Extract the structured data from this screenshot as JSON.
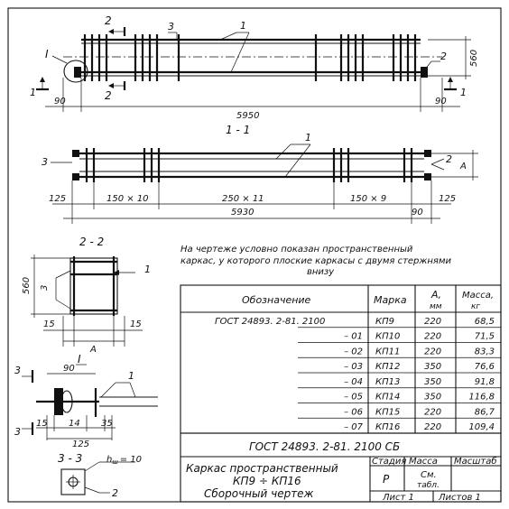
{
  "views": {
    "plan": {
      "left_section": "2",
      "right_section": "2",
      "cut_left": "1",
      "cut_right": "1",
      "detail_mark": "I",
      "callout_1": "1",
      "callout_2": "2",
      "callout_3": "3",
      "dim_height": "560",
      "dim_left_ext": "90",
      "dim_length": "5950",
      "dim_right_ext": "90"
    },
    "section_1_1": {
      "title": "1 - 1",
      "callout_1": "1",
      "callout_2": "2",
      "callout_3": "3",
      "dim_a": "A",
      "dim_left": "125",
      "dim_right": "125",
      "dim_right_inner": "90",
      "dim_seg1": "150 × 10",
      "dim_seg2": "250 × 11",
      "dim_seg3": "150 × 9",
      "dim_total": "5930"
    },
    "section_2_2": {
      "title": "2 - 2",
      "callout_1": "1",
      "callout_3": "3",
      "dim_height": "560",
      "dim_left": "15",
      "dim_right": "15",
      "dim_a": "A"
    },
    "detail_I": {
      "title": "I",
      "cut": "3",
      "callout_1": "1",
      "dim_90": "90",
      "dim_15": "15",
      "dim_14": "14",
      "dim_35": "35",
      "dim_125": "125"
    },
    "section_3_3": {
      "title": "3 - 3",
      "weld": "h",
      "weld_sub": "ш",
      "weld_value": "= 10",
      "callout_2": "2"
    }
  },
  "note": {
    "line1": "На чертеже  условно показан  пространственный",
    "line2": "каркас, у которого плоские каркасы с двумя стержнями",
    "line3": "внизу"
  },
  "spec_table": {
    "headers": {
      "designation": "Обозначение",
      "mark": "Марка",
      "a": "А,",
      "a_unit": "мм",
      "mass": "Масса,",
      "mass_unit": "кг"
    },
    "rows": [
      {
        "designation": "ГОСТ 24893. 2-81. 2100",
        "mark": "КП9",
        "a": "220",
        "mass": "68,5"
      },
      {
        "designation": "– 01",
        "mark": "КП10",
        "a": "220",
        "mass": "71,5"
      },
      {
        "designation": "– 02",
        "mark": "КП11",
        "a": "220",
        "mass": "83,3"
      },
      {
        "designation": "– 03",
        "mark": "КП12",
        "a": "350",
        "mass": "76,6"
      },
      {
        "designation": "– 04",
        "mark": "КП13",
        "a": "350",
        "mass": "91,8"
      },
      {
        "designation": "– 05",
        "mark": "КП14",
        "a": "350",
        "mass": "116,8"
      },
      {
        "designation": "– 06",
        "mark": "КП15",
        "a": "220",
        "mass": "86,7"
      },
      {
        "designation": "– 07",
        "mark": "КП16",
        "a": "220",
        "mass": "109,4"
      }
    ]
  },
  "title_block": {
    "doc_code": "ГОСТ  24893. 2-81. 2100  СБ",
    "name_line1": "Каркас  пространственный",
    "name_line2": "КП9 ÷ КП16",
    "name_line3": "Сборочный  чертеж",
    "stage_label": "Стадия",
    "mass_label": "Масса",
    "scale_label": "Масштаб",
    "stage_value": "Р",
    "mass_value_1": "См.",
    "mass_value_2": "табл.",
    "sheet_label": "Лист 1",
    "sheets_label": "Листов 1"
  }
}
